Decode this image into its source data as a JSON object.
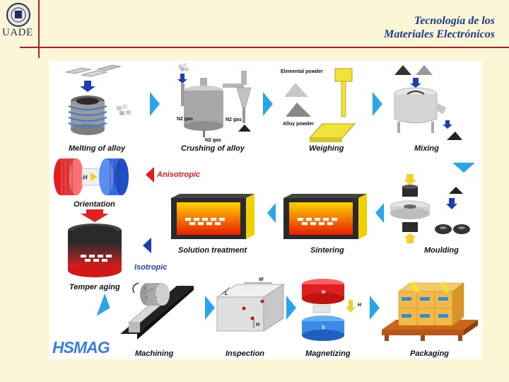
{
  "header": {
    "logo_text": "UADE",
    "title_line1": "Tecnología de los",
    "title_line2": "Materiales Electrónicos"
  },
  "diagram": {
    "steps": [
      "Melting of alloy",
      "Crushing of alloy",
      "Weighing",
      "Mixing",
      "Orientation",
      "Solution treatment",
      "Sintering",
      "Moulding",
      "Temper aging",
      "Machining",
      "Inspection",
      "Magnetizing",
      "Packaging"
    ],
    "branch_anisotropic": "Anisotropic",
    "branch_isotropic": "Isotropic",
    "weighing_labels": {
      "top": "Elemental powder",
      "bottom": "Alloy powder"
    },
    "crushing_labels": {
      "left": "N2 gas",
      "right": "N2 gas",
      "bottom": "N2 gas"
    },
    "orientation_field": "H",
    "magnetizing_field": "H",
    "magnetizing_poles": {
      "north": "N",
      "south": "S"
    },
    "inspection_dims": {
      "w": "W",
      "l": "L",
      "h": "H"
    },
    "brand": "HSMAG",
    "colors": {
      "arrow_blue": "#29a6e8",
      "anisotropic_red": "#e41a1a",
      "isotropic_blue": "#1f3fb0",
      "header_blue": "#1f3a8a",
      "rule_red": "#b0202a"
    }
  }
}
